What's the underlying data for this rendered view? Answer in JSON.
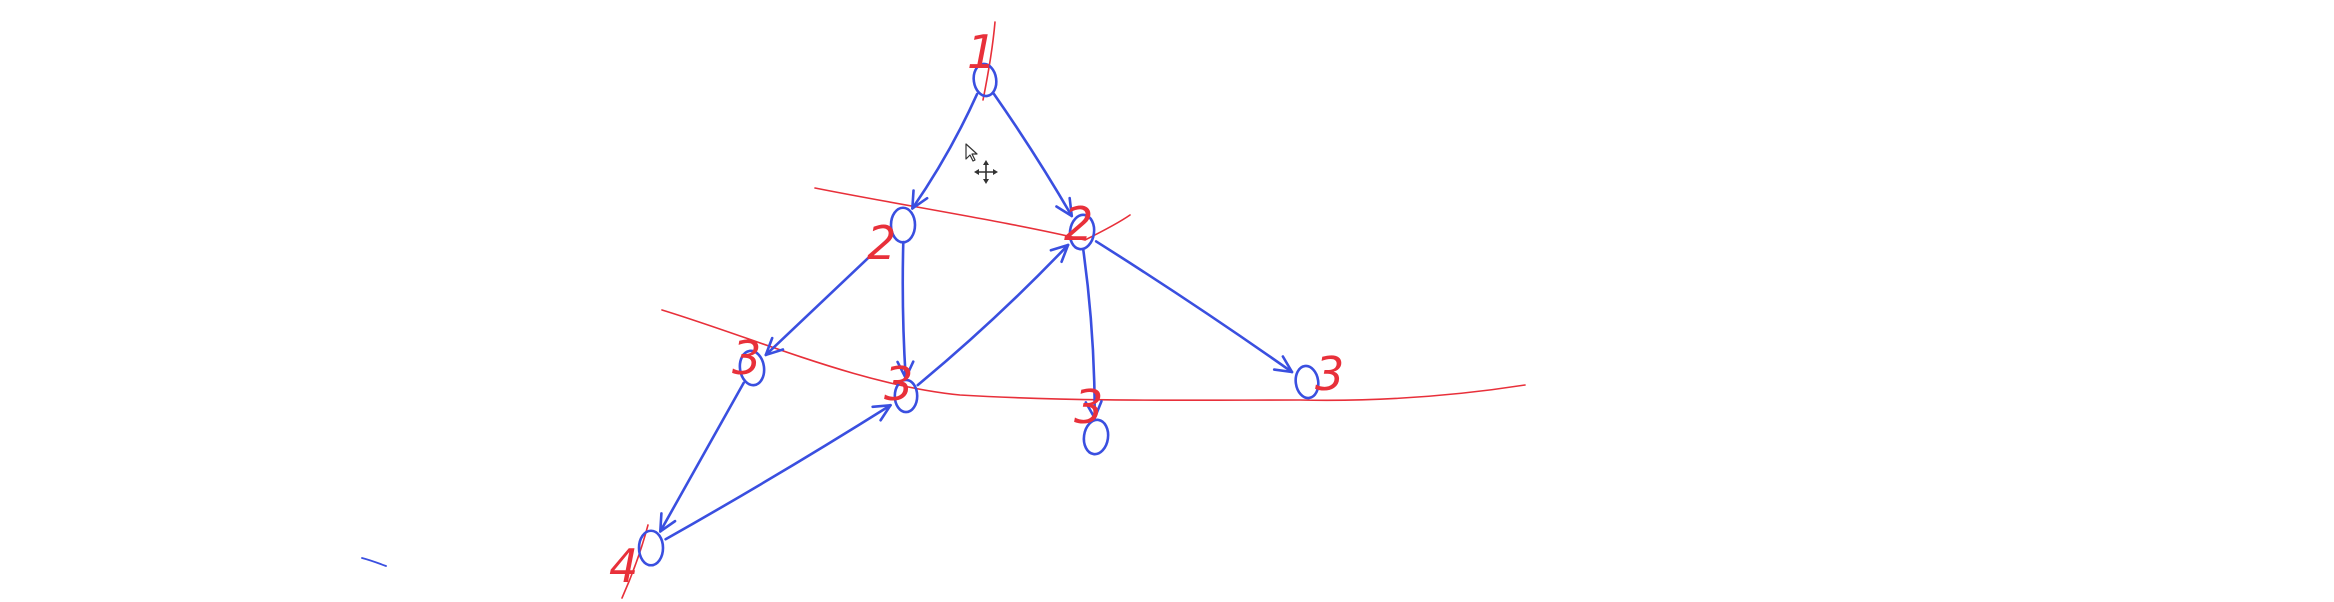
{
  "colors": {
    "node_ink": "#3a4fe0",
    "label_ink": "#e8303a",
    "background": "#ffffff"
  },
  "nodes": [
    {
      "id": "top",
      "label": "1"
    },
    {
      "id": "left-mid",
      "label": "2"
    },
    {
      "id": "right-mid",
      "label": "2"
    },
    {
      "id": "far-left",
      "label": "3"
    },
    {
      "id": "center",
      "label": "3"
    },
    {
      "id": "right-bottom",
      "label": "3"
    },
    {
      "id": "far-right",
      "label": "3"
    },
    {
      "id": "bottom-left",
      "label": "4"
    }
  ],
  "edges": [
    {
      "from": "top",
      "to": "left-mid"
    },
    {
      "from": "top",
      "to": "right-mid"
    },
    {
      "from": "left-mid",
      "to": "far-left"
    },
    {
      "from": "left-mid",
      "to": "center"
    },
    {
      "from": "center",
      "to": "right-mid"
    },
    {
      "from": "right-mid",
      "to": "right-bottom"
    },
    {
      "from": "right-mid",
      "to": "far-right"
    },
    {
      "from": "far-left",
      "to": "bottom-left"
    },
    {
      "from": "bottom-left",
      "to": "center"
    }
  ],
  "icons": {
    "cursor": "mouse-pointer-icon",
    "move": "move-cursor-icon"
  }
}
